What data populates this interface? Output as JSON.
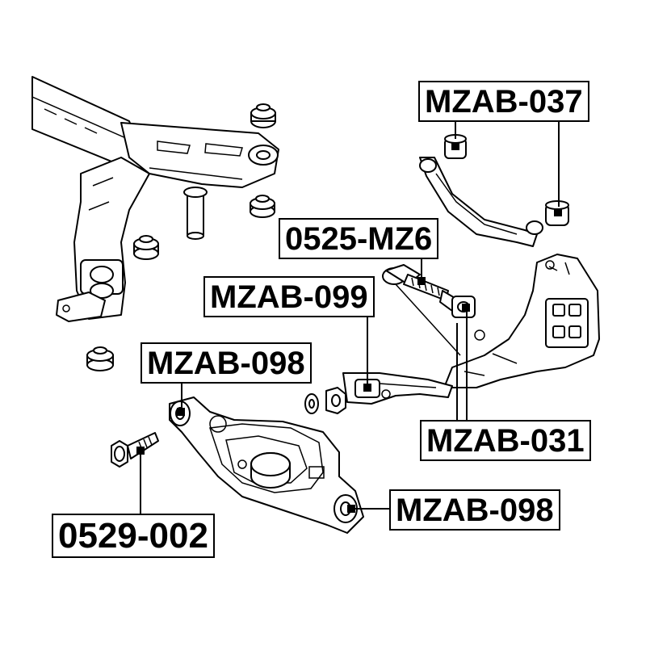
{
  "labels": {
    "mzab_037": "MZAB-037",
    "mz6_0525": "0525-MZ6",
    "mzab_099": "MZAB-099",
    "mzab_098_top": "MZAB-098",
    "mzab_031": "MZAB-031",
    "mzab_098_right": "MZAB-098",
    "b0529_002": "0529-002"
  }
}
